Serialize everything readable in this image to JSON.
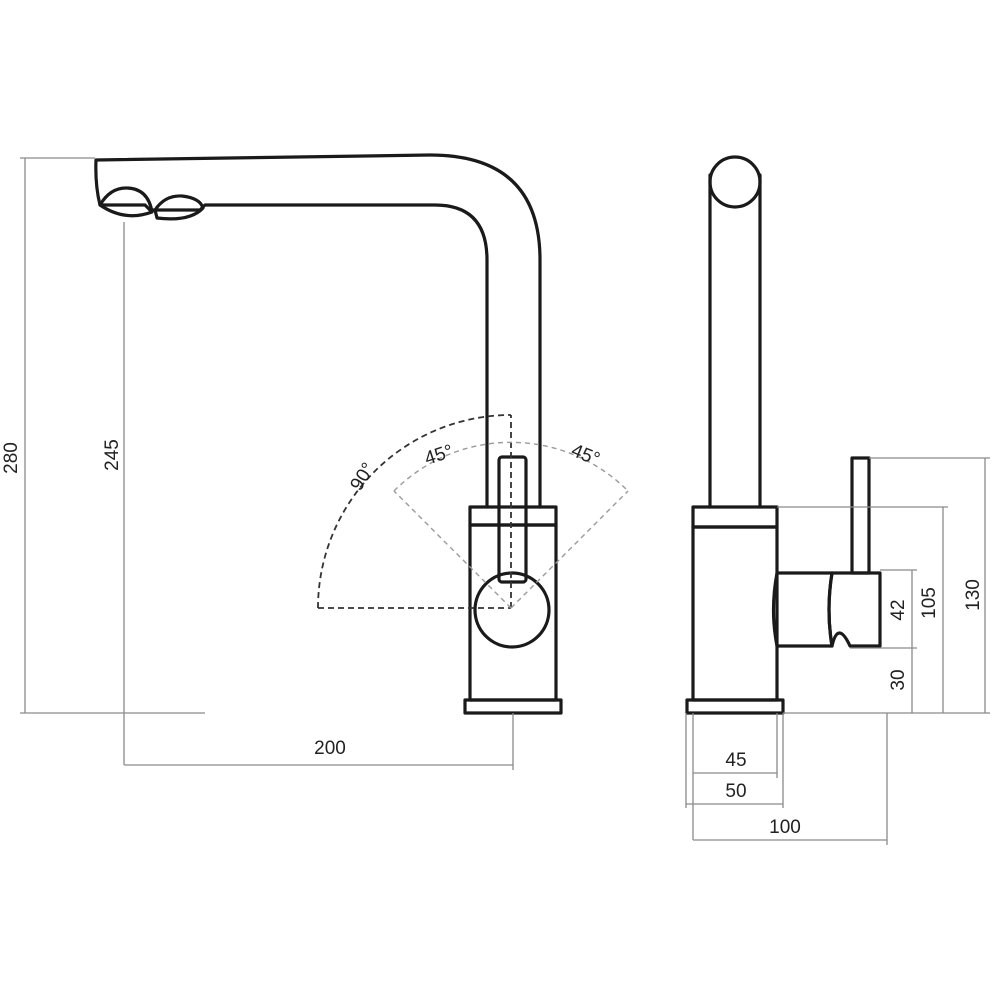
{
  "diagram": {
    "front_view": {
      "total_height": "280",
      "spout_height": "245",
      "spout_reach": "200",
      "angle_total": "90°",
      "angle_left": "45°",
      "angle_right": "45°"
    },
    "side_view": {
      "height_130": "130",
      "height_105": "105",
      "handle_42": "42",
      "handle_30": "30",
      "width_45": "45",
      "width_50": "50",
      "depth_100": "100"
    }
  },
  "colors": {
    "outline": "#1a1a1a",
    "dimension_line": "#8a8a8a",
    "background": "#ffffff"
  }
}
